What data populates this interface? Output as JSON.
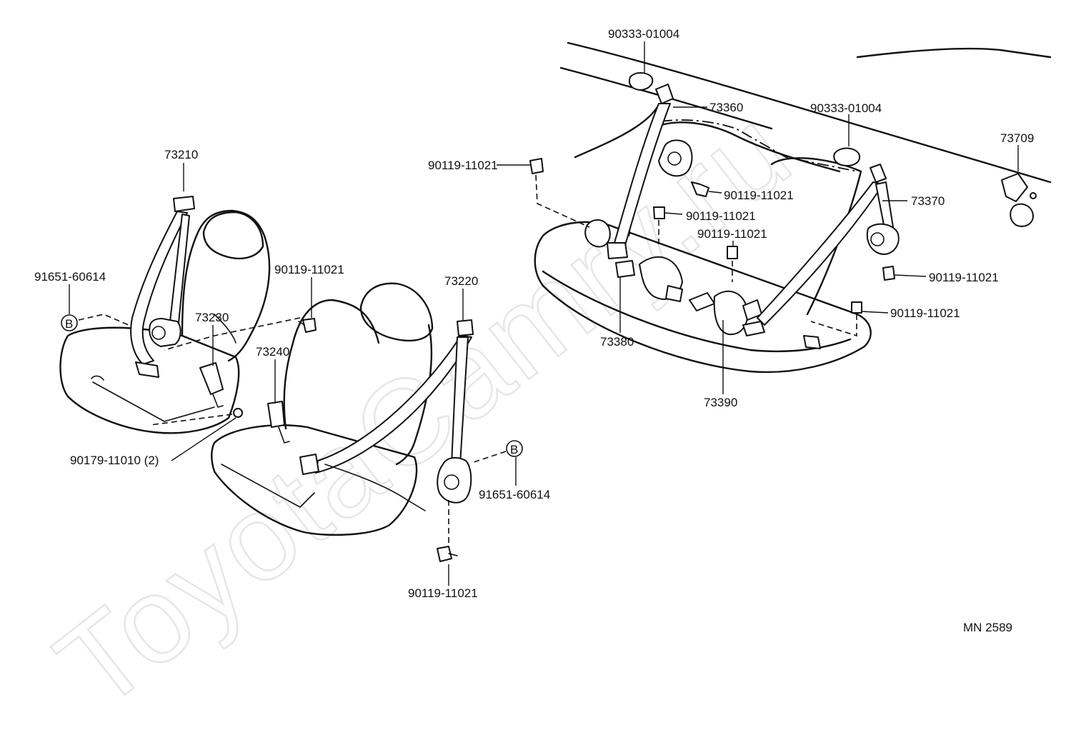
{
  "watermark": "ToyotaCamry.ru",
  "drawing_code": "MN 2589",
  "ref_mark": "B",
  "labels": {
    "l_73210": "73210",
    "l_91651_left": "91651-60614",
    "l_90119_a": "90119-11021",
    "l_73230": "73230",
    "l_73240": "73240",
    "l_73220": "73220",
    "l_90179": "90179-11010 (2)",
    "l_91651_right": "91651-60614",
    "l_90119_b": "90119-11021",
    "l_90333_top": "90333-01004",
    "l_73360": "73360",
    "l_90119_c": "90119-11021",
    "l_90119_d": "90119-11021",
    "l_90119_e": "90119-11021",
    "l_90119_f": "90119-11021",
    "l_90333_mid": "90333-01004",
    "l_73709": "73709",
    "l_73370": "73370",
    "l_90119_g": "90119-11021",
    "l_90119_h": "90119-11021",
    "l_73380": "73380",
    "l_73390": "73390"
  }
}
